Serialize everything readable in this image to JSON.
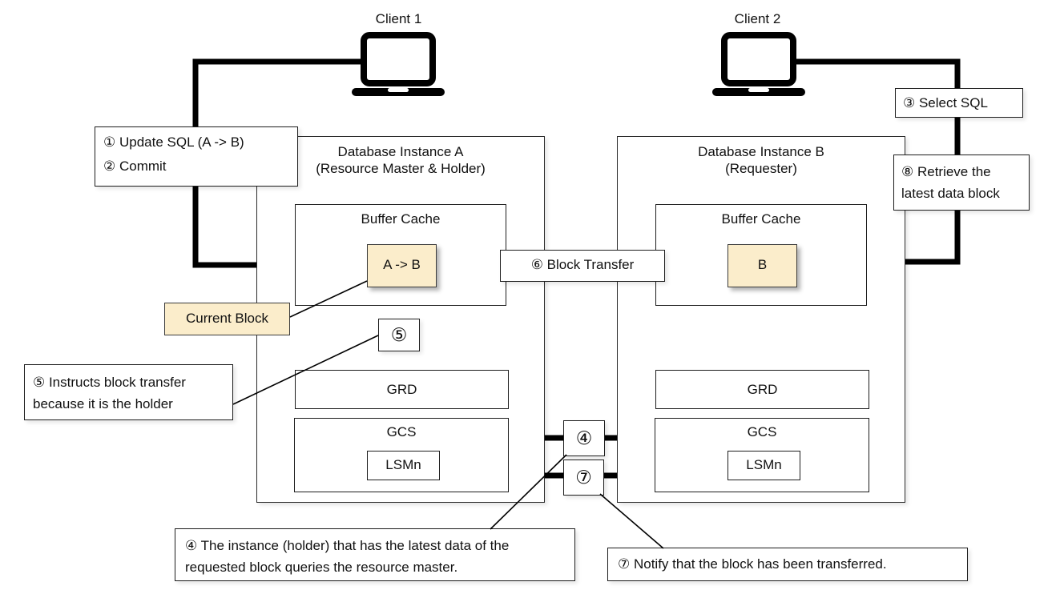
{
  "diagram": {
    "client1_label": "Client 1",
    "client2_label": "Client 2",
    "instance_a": {
      "title": "Database Instance A",
      "subtitle": "(Resource Master & Holder)",
      "buffer_cache_label": "Buffer Cache",
      "block_label": "A -> B",
      "grd_label": "GRD",
      "gcs_label": "GCS",
      "lsmn_label": "LSMn"
    },
    "instance_b": {
      "title": "Database Instance B",
      "subtitle": "(Requester)",
      "buffer_cache_label": "Buffer Cache",
      "block_label": "B",
      "grd_label": "GRD",
      "gcs_label": "GCS",
      "lsmn_label": "LSMn"
    },
    "current_block_label": "Current Block",
    "steps": {
      "step12_line1": "① Update SQL  (A -> B)",
      "step12_line2": "② Commit",
      "step3": "③ Select SQL",
      "step4_marker": "④",
      "step4_note": "④ The instance (holder) that has the latest data of the requested block queries the resource master.",
      "step5_marker": "⑤",
      "step5_note": "⑤ Instructs block transfer because it is the holder",
      "step6": "⑥ Block Transfer",
      "step7_marker": "⑦",
      "step7_note": "⑦ Notify that the block has been transferred.",
      "step8": "⑧ Retrieve the latest data block"
    },
    "colors": {
      "block_fill": "#FBEDCB",
      "line": "#000000"
    }
  }
}
